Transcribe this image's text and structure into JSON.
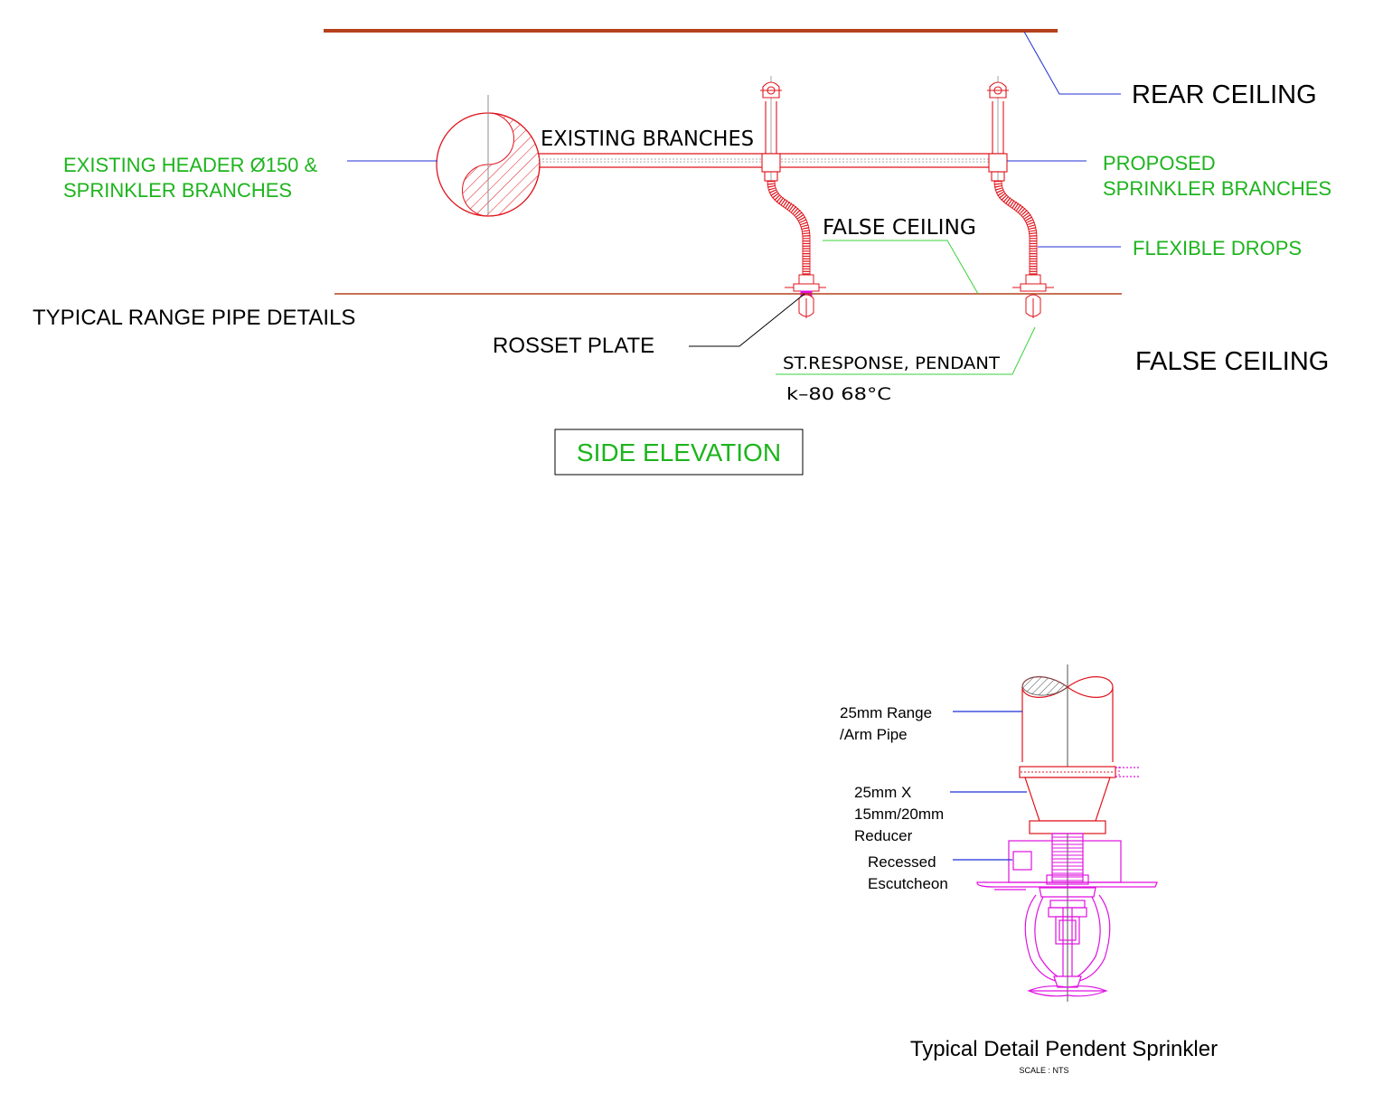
{
  "colors": {
    "ceiling": "#b5401b",
    "leader_blue": "#1f2fd6",
    "green_text": "#1db41d",
    "leader_green": "#39d239",
    "pipe_red": "#e0141c",
    "sprinkler_magenta": "#e010e0",
    "black": "#000000",
    "grey": "#8c8c8c"
  },
  "side_elevation": {
    "rear_ceiling": "REAR CEILING",
    "existing_header_line1": "EXISTING HEADER Ø150 &",
    "existing_header_line2": "SPRINKLER BRANCHES",
    "existing_branches": "EXISTING  BRANCHES",
    "proposed_line1": "PROPOSED",
    "proposed_line2": "SPRINKLER BRANCHES",
    "false_ceiling_inline": "FALSE  CEILING",
    "flexible_drops": "FLEXIBLE DROPS",
    "typical_range": "TYPICAL RANGE PIPE DETAILS",
    "rosset_plate": "ROSSET PLATE",
    "st_response": "ST.RESPONSE,  PENDANT",
    "k_rating": "k–80  68°C",
    "false_ceiling": "FALSE CEILING",
    "title": "SIDE ELEVATION"
  },
  "pendent_detail": {
    "range_pipe_line1": "25mm Range",
    "range_pipe_line2": "/Arm Pipe",
    "reducer_line1": "25mm X",
    "reducer_line2": "15mm/20mm",
    "reducer_line3": "Reducer",
    "escutcheon_line1": "Recessed",
    "escutcheon_line2": "Escutcheon",
    "title": "Typical Detail Pendent Sprinkler",
    "scale": "SCALE : NTS"
  }
}
